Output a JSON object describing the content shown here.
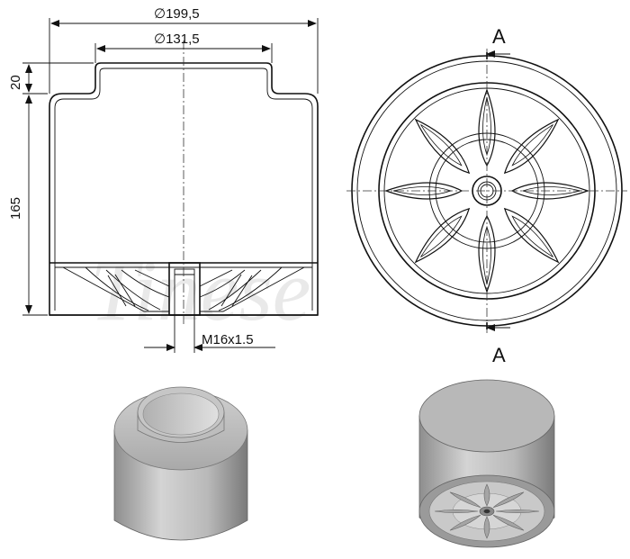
{
  "dimensions": {
    "outer_diameter": "∅199,5",
    "inner_diameter": "∅131,5",
    "collar_height": "20",
    "body_height": "165",
    "thread": "M16x1.5"
  },
  "section_marks": {
    "top": "A",
    "bottom": "A"
  },
  "colors": {
    "line": "#111111",
    "render_light": "#d9d9d9",
    "render_mid": "#b3b3b3",
    "render_dark": "#7c7c7c"
  }
}
